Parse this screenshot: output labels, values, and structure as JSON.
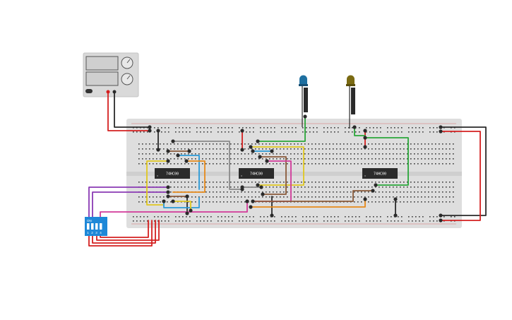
{
  "chips": [
    {
      "label": "74HC00"
    },
    {
      "label": "74HC00"
    },
    {
      "label": "74HC00"
    }
  ],
  "dip_switch": {
    "on_label": "ON",
    "numbers": [
      "1",
      "2",
      "3",
      "4"
    ]
  },
  "colors": {
    "board": "#dedede",
    "board_hole": "#3c3c3c",
    "chip": "#2b2b2b",
    "dip": "#1e88d8",
    "led_blue": "#1e6fa0",
    "led_yellow": "#7a6a12",
    "wire_red": "#d42020",
    "wire_black": "#2a2a2a",
    "wire_green": "#2aa63a",
    "wire_yellow": "#e0c820",
    "wire_orange": "#e68a1a",
    "wire_blue": "#2a9ad8",
    "wire_purple": "#8a3ab4",
    "wire_magenta": "#d23a9a",
    "wire_brown": "#8a5a3a",
    "wire_gray": "#8a8a8a"
  },
  "icons": {
    "power_supply": "power-supply-icon",
    "led": "led-icon",
    "dip_switch": "dip-switch-icon"
  }
}
